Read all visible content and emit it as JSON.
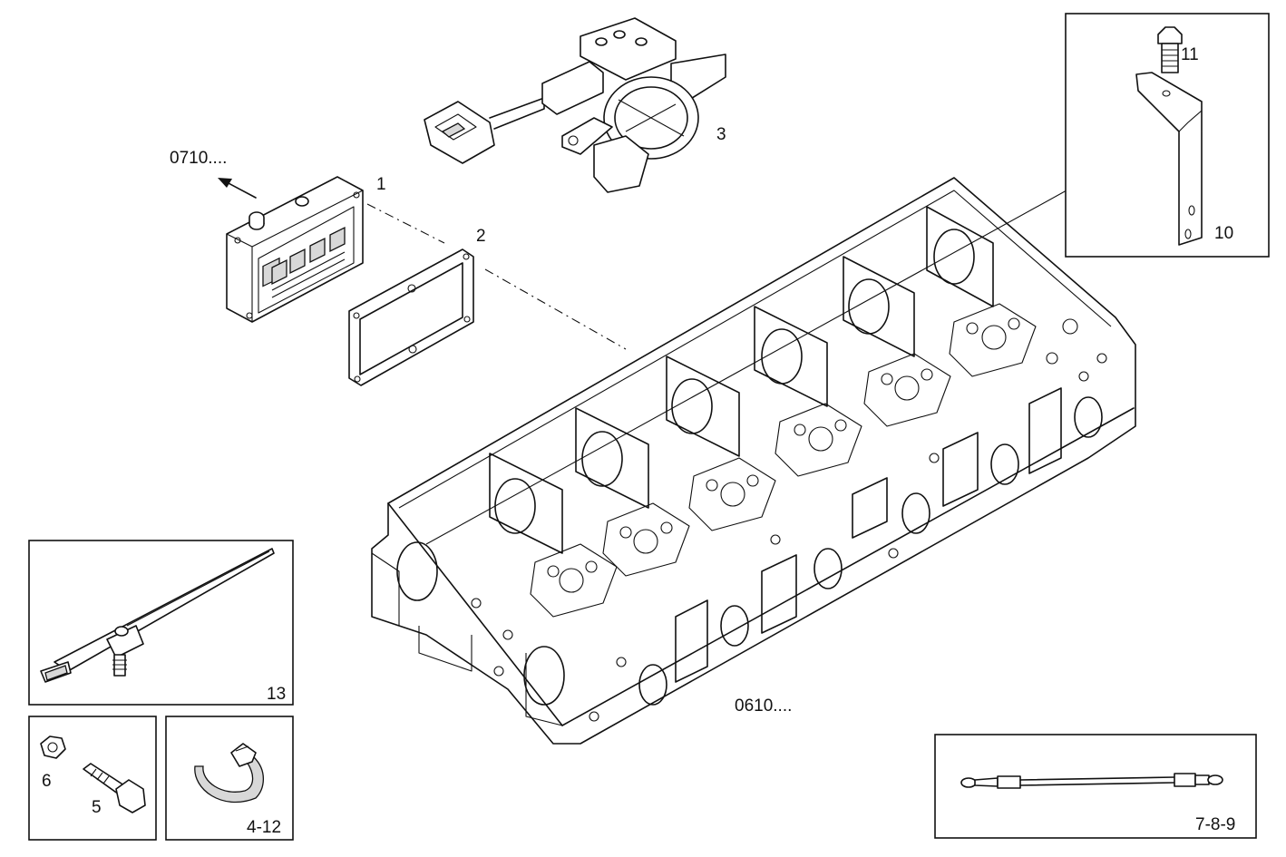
{
  "labels": {
    "ref_0710": "0710....",
    "ref_0610": "0610....",
    "p1": "1",
    "p2": "2",
    "p3": "3",
    "p4_12": "4-12",
    "p5": "5",
    "p6": "6",
    "p7_8_9": "7-8-9",
    "p10": "10",
    "p11": "11",
    "p13": "13"
  },
  "colors": {
    "line": "#111111",
    "background": "#ffffff",
    "shade": "#d8d8d8"
  }
}
